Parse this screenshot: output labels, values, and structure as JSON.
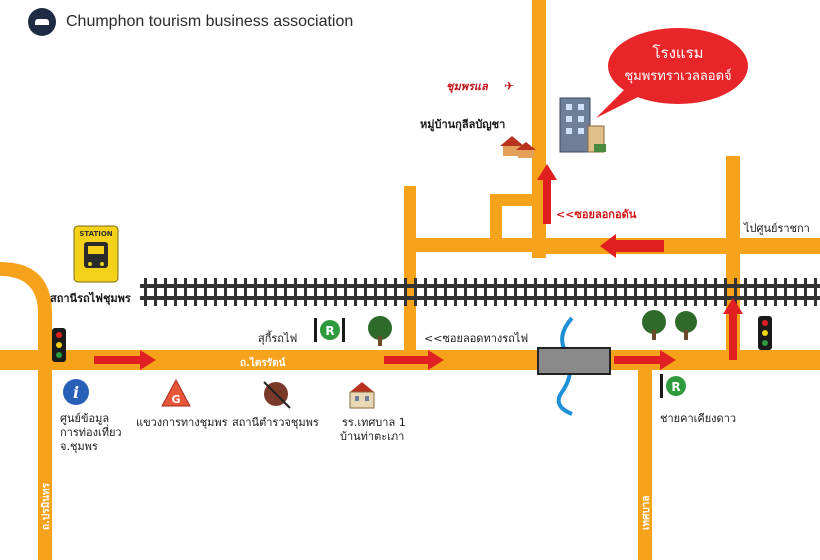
{
  "header": {
    "title": "Chumphon tourism business association",
    "logo_icon": "association-logo-icon"
  },
  "hotel": {
    "name_line1": "โรงแรม",
    "name_line2": "ชุมพรทราเวลลอดจ์",
    "icon": "hotel-building-icon"
  },
  "labels": {
    "village": "หมู่บ้านกุลีลบัญชา",
    "travel_brand": "ชุมพรแล",
    "soi_lod_dan": "<<ซอยลอกอดัน",
    "to_center": "ไปศูนย์ราชกา",
    "station": "สถานีรถไฟชุมพร",
    "station_sign": "STATION",
    "suki": "สุกี้รถไฟ",
    "soi_rail": "<<ซอยลอดทางรถไฟ",
    "main_road": "ถ.ไตรรัตน์",
    "tourist_info_1": "ศูนย์ข้อมูล",
    "tourist_info_2": "การท่องเที่ยว",
    "tourist_info_3": "จ.ชุมพร",
    "highway": "แขวงการทางชุมพร",
    "police": "สถานีตำรวจชุมพร",
    "school_1": "รร.เทศบาล 1",
    "school_2": "บ้านท่าตะเภา",
    "market": "ชายคาเคียงดาว",
    "road_left": "ถ.ปรมินทร",
    "road_right": "เทศบาล"
  },
  "colors": {
    "road": "#f7a21b",
    "arrow": "#e02020",
    "bubble": "#e8262a",
    "track": "#333333"
  }
}
